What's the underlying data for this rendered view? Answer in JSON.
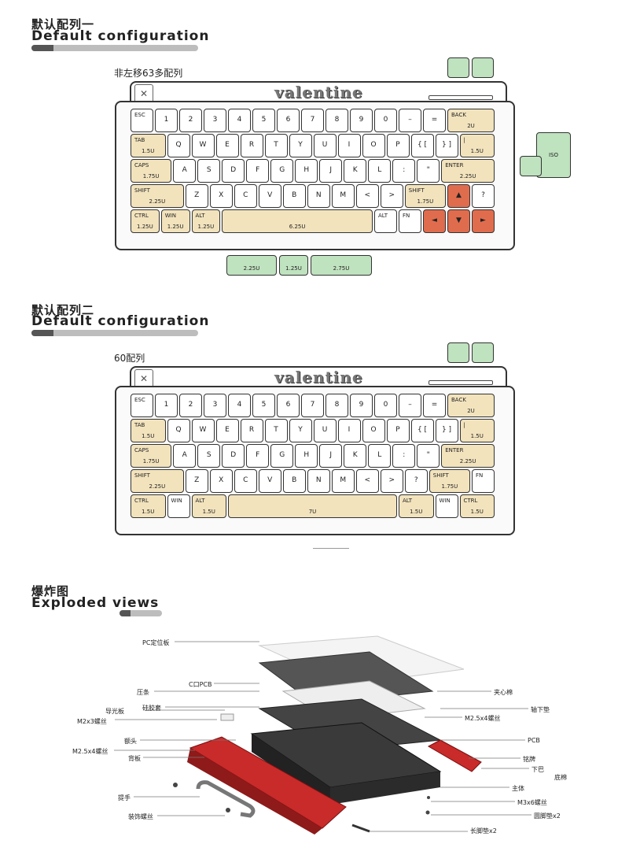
{
  "section1": {
    "title_cn": "默认配列一",
    "title_en": "Default configuration",
    "layout_name": "非左移63多配列"
  },
  "section2": {
    "title_cn": "默认配列二",
    "title_en": "Default configuration",
    "layout_name": "60配列"
  },
  "section3": {
    "title_cn": "爆炸图",
    "title_en": "Exploded views"
  },
  "brand": "valentine",
  "colors": {
    "cream": "#f2e3bd",
    "red": "#e06c4e",
    "green": "#bfe2bf",
    "bar_dark": "#555555",
    "bar_light": "#bdbdbd"
  },
  "kb1": {
    "rows": [
      [
        {
          "t": "ESC",
          "w": 1
        },
        {
          "t": "1",
          "w": 1
        },
        {
          "t": "2",
          "w": 1
        },
        {
          "t": "3",
          "w": 1
        },
        {
          "t": "4",
          "w": 1
        },
        {
          "t": "5",
          "w": 1
        },
        {
          "t": "6",
          "w": 1
        },
        {
          "t": "7",
          "w": 1
        },
        {
          "t": "8",
          "w": 1
        },
        {
          "t": "9",
          "w": 1
        },
        {
          "t": "0",
          "w": 1
        },
        {
          "t": "–",
          "w": 1
        },
        {
          "t": "=",
          "w": 1
        },
        {
          "t": "BACK",
          "s": "2U",
          "w": 2,
          "c": "cream"
        }
      ],
      [
        {
          "t": "TAB",
          "s": "1.5U",
          "w": 1.5,
          "c": "cream"
        },
        {
          "t": "Q",
          "w": 1
        },
        {
          "t": "W",
          "w": 1
        },
        {
          "t": "E",
          "w": 1
        },
        {
          "t": "R",
          "w": 1
        },
        {
          "t": "T",
          "w": 1
        },
        {
          "t": "Y",
          "w": 1
        },
        {
          "t": "U",
          "w": 1
        },
        {
          "t": "I",
          "w": 1
        },
        {
          "t": "O",
          "w": 1
        },
        {
          "t": "P",
          "w": 1
        },
        {
          "t": "{ [",
          "w": 1
        },
        {
          "t": "} ]",
          "w": 1
        },
        {
          "t": "|",
          "s": "1.5U",
          "w": 1.5,
          "c": "cream"
        }
      ],
      [
        {
          "t": "CAPS",
          "s": "1.75U",
          "w": 1.75,
          "c": "cream"
        },
        {
          "t": "A",
          "w": 1
        },
        {
          "t": "S",
          "w": 1
        },
        {
          "t": "D",
          "w": 1
        },
        {
          "t": "F",
          "w": 1
        },
        {
          "t": "G",
          "w": 1
        },
        {
          "t": "H",
          "w": 1
        },
        {
          "t": "J",
          "w": 1
        },
        {
          "t": "K",
          "w": 1
        },
        {
          "t": "L",
          "w": 1
        },
        {
          "t": ":",
          "w": 1
        },
        {
          "t": "\"",
          "w": 1
        },
        {
          "t": "ENTER",
          "s": "2.25U",
          "w": 2.25,
          "c": "cream"
        }
      ],
      [
        {
          "t": "SHIFT",
          "s": "2.25U",
          "w": 2.25,
          "c": "cream"
        },
        {
          "t": "Z",
          "w": 1
        },
        {
          "t": "X",
          "w": 1
        },
        {
          "t": "C",
          "w": 1
        },
        {
          "t": "V",
          "w": 1
        },
        {
          "t": "B",
          "w": 1
        },
        {
          "t": "N",
          "w": 1
        },
        {
          "t": "M",
          "w": 1
        },
        {
          "t": "<",
          "w": 1
        },
        {
          "t": ">",
          "w": 1
        },
        {
          "t": "SHIFT",
          "s": "1.75U",
          "w": 1.75,
          "c": "cream"
        },
        {
          "t": "▲",
          "w": 1,
          "c": "red"
        },
        {
          "t": "?",
          "w": 1
        }
      ],
      [
        {
          "t": "CTRL",
          "s": "1.25U",
          "w": 1.25,
          "c": "cream"
        },
        {
          "t": "WIN",
          "s": "1.25U",
          "w": 1.25,
          "c": "cream"
        },
        {
          "t": "ALT",
          "s": "1.25U",
          "w": 1.25,
          "c": "cream"
        },
        {
          "t": "",
          "s": "6.25U",
          "w": 6.25,
          "c": "cream"
        },
        {
          "t": "ALT",
          "w": 1
        },
        {
          "t": "FN",
          "w": 1
        },
        {
          "t": "◄",
          "w": 1,
          "c": "red"
        },
        {
          "t": "▼",
          "w": 1,
          "c": "red"
        },
        {
          "t": "►",
          "w": 1,
          "c": "red"
        }
      ]
    ],
    "extra_bottom": [
      "2.25U",
      "1.25U",
      "2.75U"
    ],
    "iso_label": "ISO"
  },
  "kb2": {
    "rows": [
      [
        {
          "t": "ESC",
          "w": 1
        },
        {
          "t": "1",
          "w": 1
        },
        {
          "t": "2",
          "w": 1
        },
        {
          "t": "3",
          "w": 1
        },
        {
          "t": "4",
          "w": 1
        },
        {
          "t": "5",
          "w": 1
        },
        {
          "t": "6",
          "w": 1
        },
        {
          "t": "7",
          "w": 1
        },
        {
          "t": "8",
          "w": 1
        },
        {
          "t": "9",
          "w": 1
        },
        {
          "t": "0",
          "w": 1
        },
        {
          "t": "–",
          "w": 1
        },
        {
          "t": "=",
          "w": 1
        },
        {
          "t": "BACK",
          "s": "2U",
          "w": 2,
          "c": "cream"
        }
      ],
      [
        {
          "t": "TAB",
          "s": "1.5U",
          "w": 1.5,
          "c": "cream"
        },
        {
          "t": "Q",
          "w": 1
        },
        {
          "t": "W",
          "w": 1
        },
        {
          "t": "E",
          "w": 1
        },
        {
          "t": "R",
          "w": 1
        },
        {
          "t": "T",
          "w": 1
        },
        {
          "t": "Y",
          "w": 1
        },
        {
          "t": "U",
          "w": 1
        },
        {
          "t": "I",
          "w": 1
        },
        {
          "t": "O",
          "w": 1
        },
        {
          "t": "P",
          "w": 1
        },
        {
          "t": "{ [",
          "w": 1
        },
        {
          "t": "} ]",
          "w": 1
        },
        {
          "t": "|",
          "s": "1.5U",
          "w": 1.5,
          "c": "cream"
        }
      ],
      [
        {
          "t": "CAPS",
          "s": "1.75U",
          "w": 1.75,
          "c": "cream"
        },
        {
          "t": "A",
          "w": 1
        },
        {
          "t": "S",
          "w": 1
        },
        {
          "t": "D",
          "w": 1
        },
        {
          "t": "F",
          "w": 1
        },
        {
          "t": "G",
          "w": 1
        },
        {
          "t": "H",
          "w": 1
        },
        {
          "t": "J",
          "w": 1
        },
        {
          "t": "K",
          "w": 1
        },
        {
          "t": "L",
          "w": 1
        },
        {
          "t": ":",
          "w": 1
        },
        {
          "t": "\"",
          "w": 1
        },
        {
          "t": "ENTER",
          "s": "2.25U",
          "w": 2.25,
          "c": "cream"
        }
      ],
      [
        {
          "t": "SHIFT",
          "s": "2.25U",
          "w": 2.25,
          "c": "cream"
        },
        {
          "t": "Z",
          "w": 1
        },
        {
          "t": "X",
          "w": 1
        },
        {
          "t": "C",
          "w": 1
        },
        {
          "t": "V",
          "w": 1
        },
        {
          "t": "B",
          "w": 1
        },
        {
          "t": "N",
          "w": 1
        },
        {
          "t": "M",
          "w": 1
        },
        {
          "t": "<",
          "w": 1
        },
        {
          "t": ">",
          "w": 1
        },
        {
          "t": "?",
          "w": 1
        },
        {
          "t": "SHIFT",
          "s": "1.75U",
          "w": 1.75,
          "c": "cream"
        },
        {
          "t": "FN",
          "w": 1
        }
      ],
      [
        {
          "t": "CTRL",
          "s": "1.5U",
          "w": 1.5,
          "c": "cream"
        },
        {
          "t": "WIN",
          "w": 1
        },
        {
          "t": "ALT",
          "s": "1.5U",
          "w": 1.5,
          "c": "cream"
        },
        {
          "t": "",
          "s": "7U",
          "w": 7,
          "c": "cream"
        },
        {
          "t": "ALT",
          "s": "1.5U",
          "w": 1.5,
          "c": "cream"
        },
        {
          "t": "WIN",
          "w": 1
        },
        {
          "t": "CTRL",
          "s": "1.5U",
          "w": 1.5,
          "c": "cream"
        }
      ]
    ]
  },
  "exploded_labels": {
    "left": [
      "PC定位板",
      "C口PCB",
      "压条",
      "硅胶套",
      "导光板",
      "M2x3螺丝",
      "额头",
      "M2.5x4螺丝",
      "背板",
      "提手",
      "装饰螺丝"
    ],
    "right": [
      "夹心棉",
      "轴下垫",
      "M2.5x4螺丝",
      "PCB",
      "铭牌",
      "下巴",
      "底棉",
      "主体",
      "M3x6螺丝",
      "圆脚垫x2",
      "长脚垫x2"
    ]
  }
}
